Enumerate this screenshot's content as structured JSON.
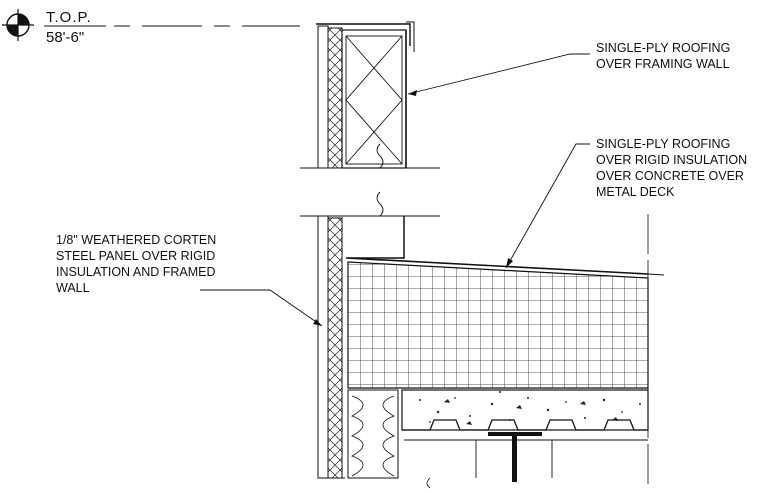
{
  "level_marker": {
    "name": "T.O.P.",
    "elevation": "58'-6\""
  },
  "callouts": {
    "roof_framing": [
      "SINGLE-PLY ROOFING",
      "OVER FRAMING WALL"
    ],
    "roof_deck": [
      "SINGLE-PLY ROOFING",
      "OVER RIGID INSULATION",
      "OVER CONCRETE OVER",
      "METAL DECK"
    ],
    "wall_panel": [
      "1/8\" WEATHERED CORTEN",
      "STEEL PANEL OVER RIGID",
      "INSULATION AND FRAMED",
      "WALL"
    ]
  },
  "colors": {
    "line": "#111111",
    "background": "#ffffff"
  }
}
